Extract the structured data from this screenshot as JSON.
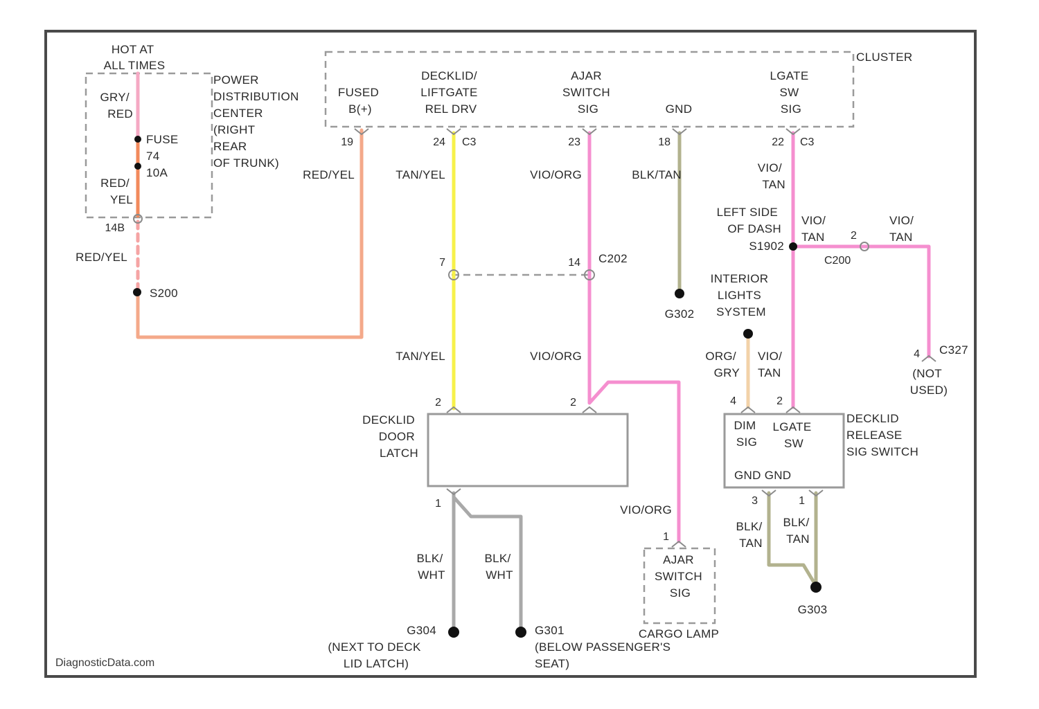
{
  "colors": {
    "red_yel": "#f4a98a",
    "red_yel_dark": "#f28a5c",
    "tan_yel": "#f7f14a",
    "vio_org": "#f58fcf",
    "blk_tan": "#b2b28e",
    "blk_wht": "#a9a9a9",
    "org_gry": "#f2d2a8",
    "frame": "#4a4a4a"
  },
  "labels": {
    "hot_at_all_times": [
      "HOT AT",
      "ALL TIMES"
    ],
    "pdc": [
      "POWER",
      "DISTRIBUTION",
      "CENTER",
      "(RIGHT",
      "REAR",
      "OF TRUNK)"
    ],
    "pdc_wire_top": [
      "GRY/",
      "RED"
    ],
    "fuse": [
      "FUSE",
      "74",
      "10A"
    ],
    "pdc_wire_bottom": [
      "RED/",
      "YEL"
    ],
    "pdc_pin": "14B",
    "left_red_yel": "RED/YEL",
    "s200": "S200",
    "cluster": "CLUSTER",
    "cluster_fused": [
      "FUSED",
      "B(+)"
    ],
    "cluster_decklid": [
      "DECKLID/",
      "LIFTGATE",
      "REL DRV"
    ],
    "cluster_ajar": [
      "AJAR",
      "SWITCH",
      "SIG"
    ],
    "cluster_gnd": "GND",
    "cluster_lgate": [
      "LGATE",
      "SW",
      "SIG"
    ],
    "pin_19": "19",
    "pin_24": "24",
    "c3_a": "C3",
    "pin_23": "23",
    "pin_18": "18",
    "pin_22": "22",
    "c3_b": "C3",
    "wire_red_yel": "RED/YEL",
    "wire_tan_yel": "TAN/YEL",
    "wire_vio_org": "VIO/ORG",
    "wire_blk_tan": "BLK/TAN",
    "wire_vio_tan_top": [
      "VIO/",
      "TAN"
    ],
    "left_side_dash": [
      "LEFT SIDE",
      "OF DASH"
    ],
    "s1902": "S1902",
    "wire_vio_tan_mid": [
      "VIO/",
      "TAN"
    ],
    "c200_pin2": "2",
    "c200_b": "C200",
    "wire_vio_tan_right": [
      "VIO/",
      "TAN"
    ],
    "pin_7": "7",
    "pin_14": "14",
    "c202": "C202",
    "g302": "G302",
    "interior_lights": [
      "INTERIOR",
      "LIGHTS",
      "SYSTEM"
    ],
    "wire_tan_yel_2": "TAN/YEL",
    "wire_vio_org_2": "VIO/ORG",
    "wire_org_gry": [
      "ORG/",
      "GRY"
    ],
    "wire_vio_tan_lower": [
      "VIO/",
      "TAN"
    ],
    "c327_pin4": "4",
    "c327": "C327",
    "not_used": [
      "(NOT",
      "USED)"
    ],
    "latch_pin2_a": "2",
    "latch_pin2_b": "2",
    "decklid_latch": [
      "DECKLID",
      "DOOR",
      "LATCH"
    ],
    "switch_pin4": "4",
    "switch_pin2": "2",
    "sw_dim": [
      "DIM",
      "SIG"
    ],
    "sw_lgate": [
      "LGATE",
      "SW"
    ],
    "sw_gnd": "GND GND",
    "decklid_release": [
      "DECKLID",
      "RELEASE",
      "SIG SWITCH"
    ],
    "latch_pin1": "1",
    "wire_vio_org_3": "VIO/ORG",
    "sw_pin3": "3",
    "sw_pin1": "1",
    "wire_blk_tan_l": [
      "BLK/",
      "TAN"
    ],
    "wire_blk_tan_r": [
      "BLK/",
      "TAN"
    ],
    "ajar_pin1": "1",
    "ajar_switch": [
      "AJAR",
      "SWITCH",
      "SIG"
    ],
    "cargo_lamp": "CARGO LAMP",
    "wire_blk_wht_l": [
      "BLK/",
      "WHT"
    ],
    "wire_blk_wht_r": [
      "BLK/",
      "WHT"
    ],
    "g304": "G304",
    "g304_loc": [
      "(NEXT TO DECK",
      "LID LATCH)"
    ],
    "g301": "G301",
    "g301_loc": [
      "(BELOW PASSENGER'S",
      "SEAT)"
    ],
    "g303": "G303",
    "watermark": "DiagnosticData.com"
  }
}
